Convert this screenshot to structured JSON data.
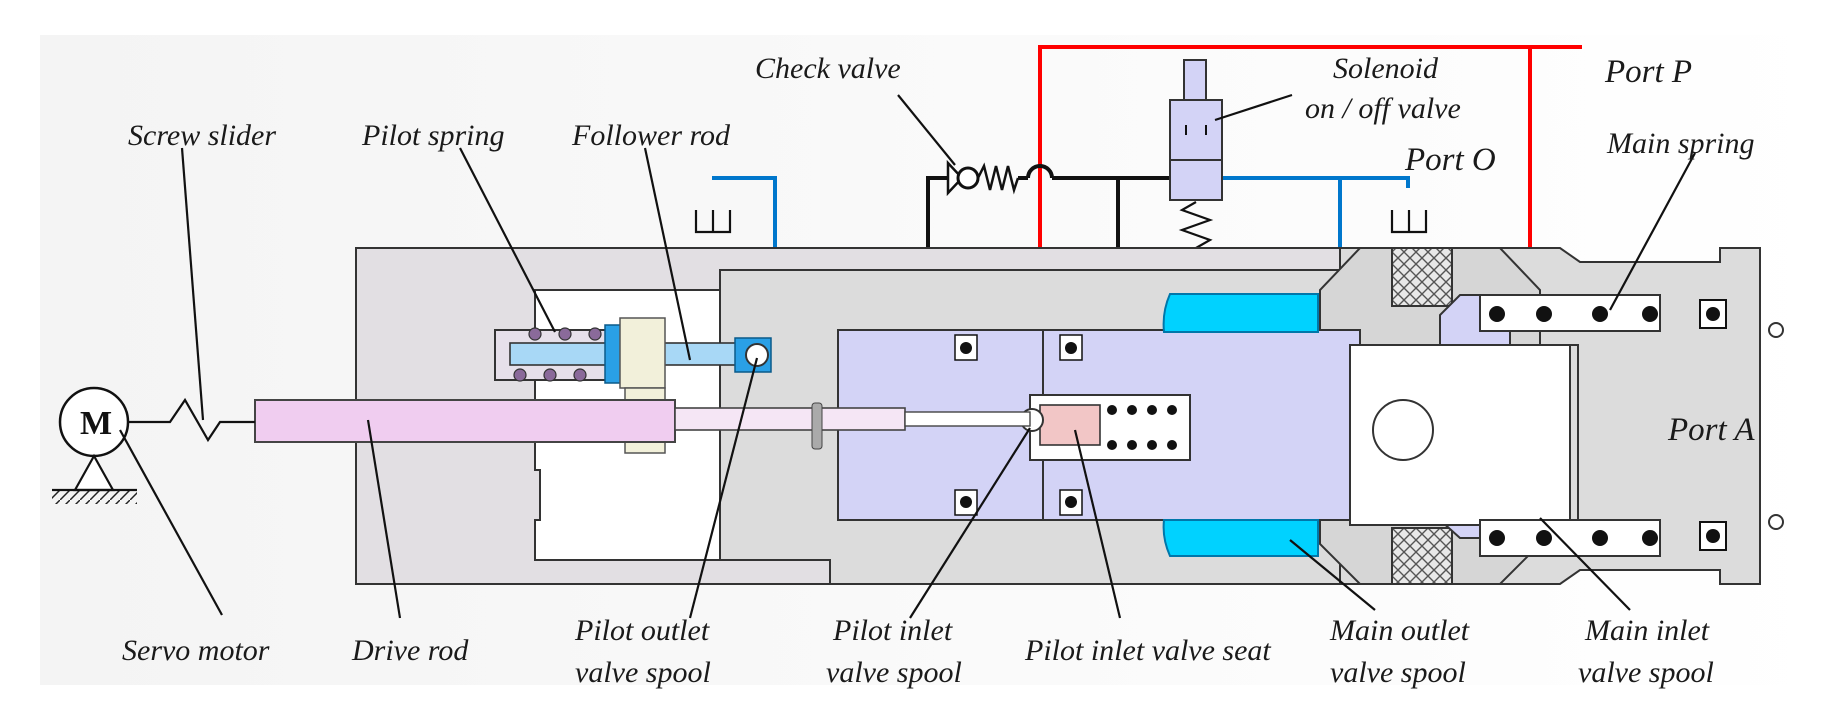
{
  "labels": {
    "check_valve": "Check valve",
    "solenoid_line1": "Solenoid",
    "solenoid_line2": "on / off valve",
    "port_p": "Port P",
    "port_o": "Port O",
    "main_spring": "Main  spring",
    "screw_slider": "Screw slider",
    "pilot_spring": "Pilot  spring",
    "follower_rod": "Follower rod",
    "port_a": "Port A",
    "motor_symbol": "M",
    "servo_motor": "Servo motor",
    "drive_rod": "Drive rod",
    "pilot_outlet_line1": "Pilot outlet",
    "pilot_outlet_line2": "valve spool",
    "pilot_inlet_line1": "Pilot inlet",
    "pilot_inlet_line2": "valve spool",
    "pilot_inlet_seat": "Pilot inlet valve seat",
    "main_outlet_line1": "Main outlet",
    "main_outlet_line2": "valve spool",
    "main_inlet_line1": "Main inlet",
    "main_inlet_line2": "valve spool"
  },
  "colors": {
    "pressure_line": "#ff0000",
    "return_line": "#0077cc",
    "pilot_line": "#111111",
    "valve_body": "#e2dfe3",
    "spool": "#d3d3f6",
    "cyan_parts": "#00d2ff",
    "drive_rod": "#f0cdf0"
  }
}
